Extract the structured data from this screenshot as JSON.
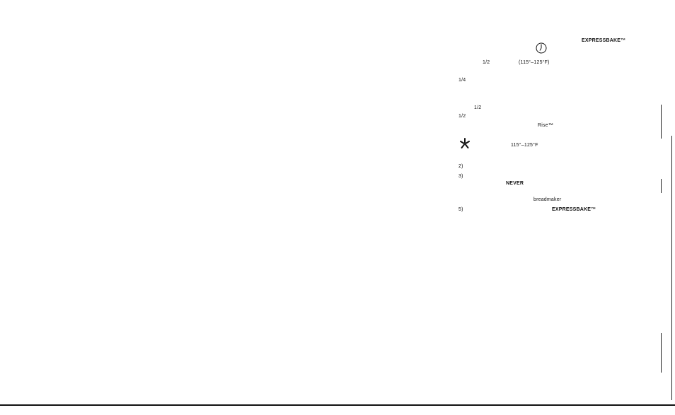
{
  "header": {
    "brand_tm": "EXPRESSBAKE™"
  },
  "fragments": {
    "half_1": "1/2",
    "temp_range_paren": "(115°–125°F)",
    "quarter": "1/4",
    "half_2": "1/2",
    "half_3": "1/2",
    "rise_tm": "Rise™",
    "temp_range": "115°–125°F",
    "step_2": "2)",
    "step_3": "3)",
    "never": "NEVER",
    "breadmaker": "breadmaker",
    "step_5": "5)",
    "brand_tm_2": "EXPRESSBAKE™"
  },
  "icons": {
    "timer": "clock-icon",
    "cold": "snowflake-icon"
  }
}
